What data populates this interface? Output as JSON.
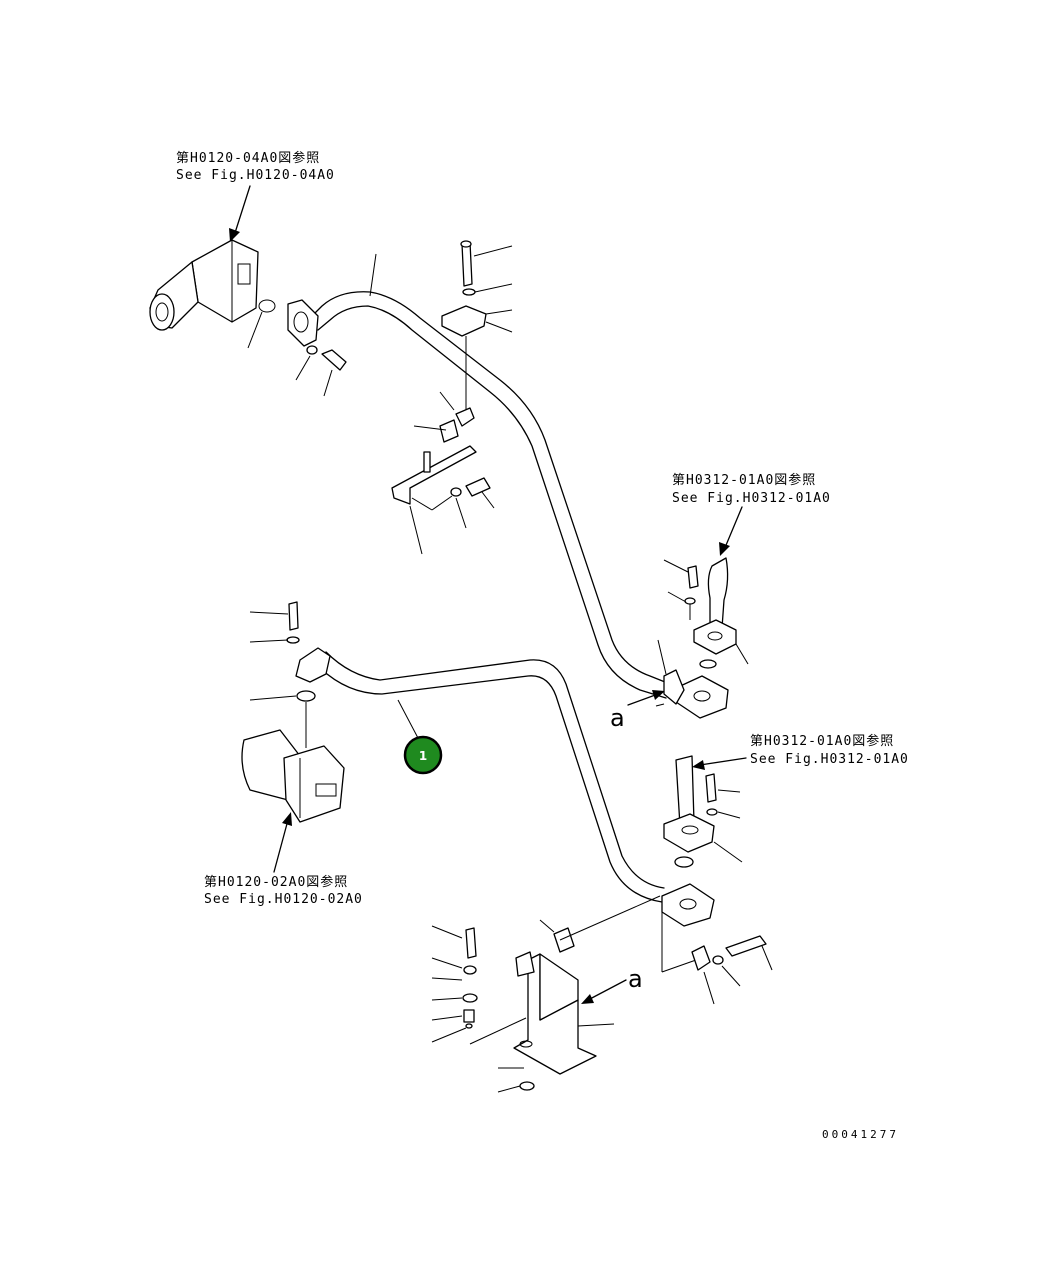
{
  "references": {
    "top_left": {
      "jp": "第H0120-04A0図参照",
      "en": "See Fig.H0120-04A0"
    },
    "right_upper": {
      "jp": "第H0312-01A0図参照",
      "en": "See Fig.H0312-01A0"
    },
    "right_lower": {
      "jp": "第H0312-01A0図参照",
      "en": "See Fig.H0312-01A0"
    },
    "bottom_left": {
      "jp": "第H0120-02A0図参照",
      "en": "See Fig.H0120-02A0"
    }
  },
  "section_marks": {
    "upper": "a",
    "lower": "a"
  },
  "callout": {
    "number": "1",
    "color": "#1f8a1f"
  },
  "drawing_number": "00041277"
}
